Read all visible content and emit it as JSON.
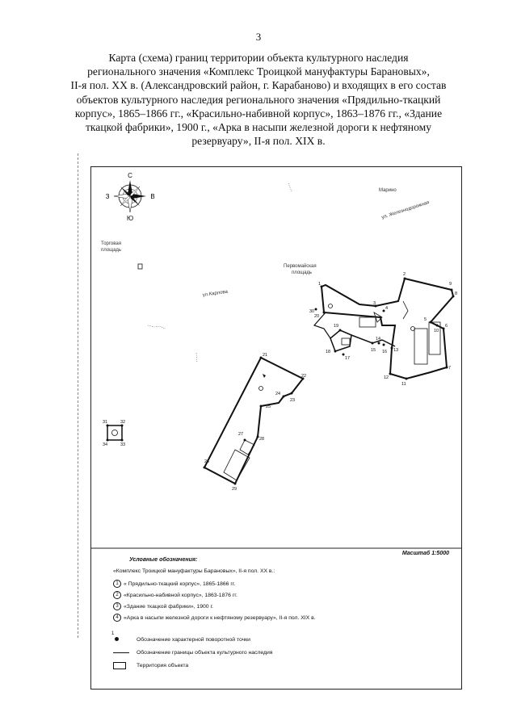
{
  "page_number": "3",
  "title_lines": [
    "Карта (схема) границ территории объекта культурного наследия",
    "регионального значения «Комплекс Троицкой мануфактуры Барановых»,",
    "II-я пол. XX в. (Александровский район, г. Карабаново) и входящих в его состав",
    "объектов культурного наследия регионального значения «Прядильно-ткацкий",
    "корпус», 1865–1866 гг., «Красильно-набивной корпус», 1863–1876 гг., «Здание",
    "ткацкой фабрики», 1900 г., «Арка в насыпи железной дороги к нефтяному",
    "резервуару», II-я пол. XIX в."
  ],
  "compass": {
    "north": "С",
    "south": "Ю",
    "west": "З",
    "east": "В"
  },
  "map_labels": {
    "torgovaya": "Торговая",
    "ploshchad": "площадь",
    "pervomaiskaya": "Первомайская",
    "ploshchad2": "площадь",
    "street": "ул.Карлова",
    "marino": "Марино",
    "street2": "ул. Железнодорожная"
  },
  "points": [
    "1",
    "2",
    "3",
    "4",
    "5",
    "6",
    "7",
    "8",
    "9",
    "10",
    "11",
    "12",
    "13",
    "14",
    "15",
    "16",
    "17",
    "18",
    "19",
    "20",
    "21",
    "22",
    "23",
    "24",
    "25",
    "26",
    "27",
    "28",
    "29",
    "30",
    "31",
    "32",
    "33",
    "34"
  ],
  "legend": {
    "scale": "Масштаб 1:5000",
    "title": "Условные обозначения:",
    "complex": "«Комплекс Троицкой мануфактуры Барановых», II-я пол. XX в.:",
    "items": [
      {
        "num": "1",
        "text": "« Прядильно-ткацкий корпус», 1865-1866 гг."
      },
      {
        "num": "2",
        "text": "«Красильно-набивной корпус», 1863-1876 гг."
      },
      {
        "num": "3",
        "text": "«Здание ткацкой фабрики», 1900 г."
      },
      {
        "num": "4",
        "text": "«Арка в насыпи железной дороги к нефтяному резервуару», II-я пол. XIX в."
      }
    ],
    "symbol_point_num": "1",
    "symbol_point": "Обозначение характерной поворотной точки",
    "symbol_line": "Обозначение границы объекта культурного наследия",
    "symbol_area": "Территория объекта"
  }
}
